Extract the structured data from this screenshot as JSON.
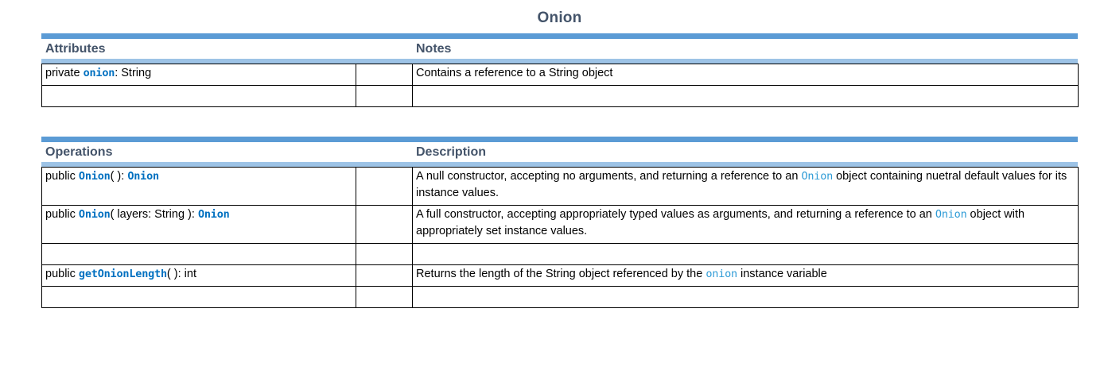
{
  "class_title": "Onion",
  "colors": {
    "bar_dark": "#5B9BD5",
    "bar_light": "#9DC3E6",
    "header_text": "#44546A",
    "code_bold_blue": "#0070C0",
    "code_light_blue": "#2E9BD6",
    "border": "#000000",
    "background": "#FFFFFF"
  },
  "attributes_table": {
    "headers": {
      "left": "Attributes",
      "right": "Notes"
    },
    "rows": [
      {
        "signature": {
          "parts": [
            {
              "text": "private ",
              "style": "plain"
            },
            {
              "text": "onion",
              "style": "code-bold"
            },
            {
              "text": ": String",
              "style": "plain"
            }
          ]
        },
        "note": {
          "parts": [
            {
              "text": "Contains a reference to a String object",
              "style": "plain"
            }
          ]
        },
        "height": "single"
      },
      {
        "signature": {
          "parts": []
        },
        "note": {
          "parts": []
        },
        "height": "single"
      }
    ]
  },
  "operations_table": {
    "headers": {
      "left": "Operations",
      "right": "Description"
    },
    "rows": [
      {
        "signature": {
          "parts": [
            {
              "text": "public ",
              "style": "plain"
            },
            {
              "text": "Onion",
              "style": "code-bold"
            },
            {
              "text": "( ): ",
              "style": "plain"
            },
            {
              "text": "Onion",
              "style": "code-bold"
            }
          ]
        },
        "note": {
          "parts": [
            {
              "text": "A null constructor, accepting no arguments, and returning a reference to an ",
              "style": "plain"
            },
            {
              "text": "Onion",
              "style": "code-light"
            },
            {
              "text": " object containing nuetral default values for its instance values.",
              "style": "plain"
            }
          ]
        },
        "height": "double"
      },
      {
        "signature": {
          "parts": [
            {
              "text": "public ",
              "style": "plain"
            },
            {
              "text": "Onion",
              "style": "code-bold"
            },
            {
              "text": "( layers: String ): ",
              "style": "plain"
            },
            {
              "text": "Onion",
              "style": "code-bold"
            }
          ]
        },
        "note": {
          "parts": [
            {
              "text": "A full constructor, accepting appropriately typed values as arguments, and returning a reference to an ",
              "style": "plain"
            },
            {
              "text": "Onion",
              "style": "code-light"
            },
            {
              "text": " object with appropriately set instance values.",
              "style": "plain"
            }
          ]
        },
        "height": "double"
      },
      {
        "signature": {
          "parts": []
        },
        "note": {
          "parts": []
        },
        "height": "single"
      },
      {
        "signature": {
          "parts": [
            {
              "text": "public ",
              "style": "plain"
            },
            {
              "text": "getOnionLength",
              "style": "code-bold"
            },
            {
              "text": "( ): int",
              "style": "plain"
            }
          ]
        },
        "note": {
          "parts": [
            {
              "text": "Returns the length of the String object referenced by the ",
              "style": "plain"
            },
            {
              "text": "onion",
              "style": "code-light"
            },
            {
              "text": " instance variable",
              "style": "plain"
            }
          ]
        },
        "height": "single"
      },
      {
        "signature": {
          "parts": []
        },
        "note": {
          "parts": []
        },
        "height": "single"
      }
    ]
  }
}
